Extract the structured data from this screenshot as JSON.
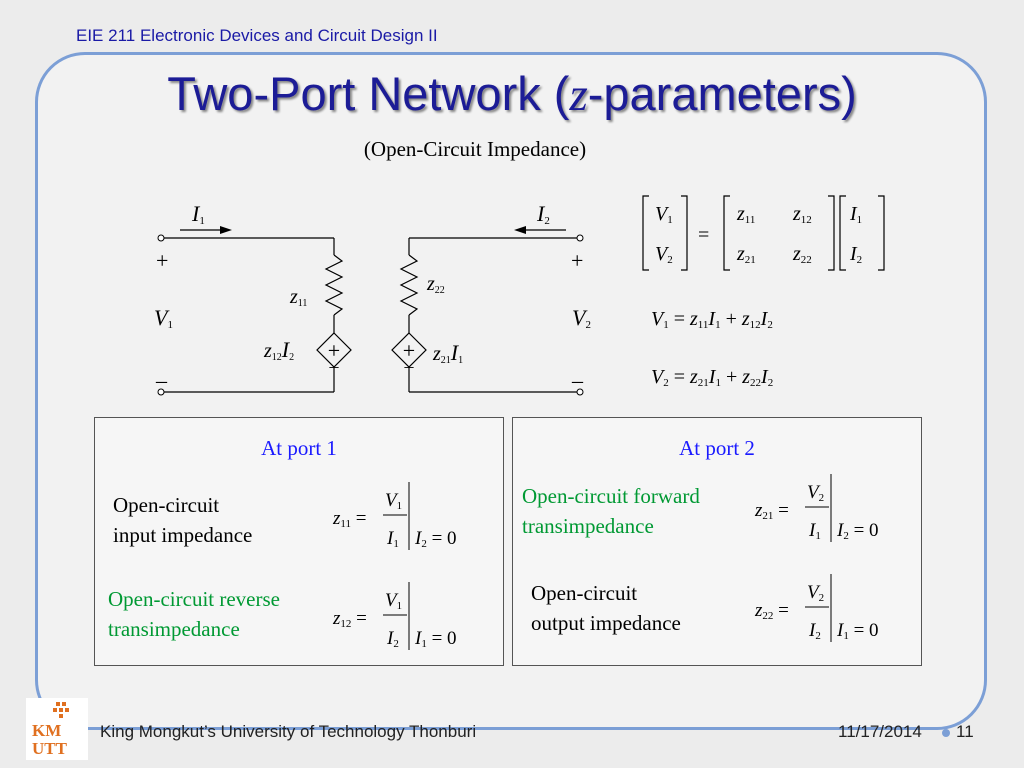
{
  "header": {
    "course": "EIE 211 Electronic Devices and Circuit Design II",
    "title_prefix": "Two-Port Network (",
    "title_italic": "z",
    "title_suffix": "-parameters)",
    "subtitle": "(Open-Circuit Impedance)"
  },
  "ports": {
    "port1": {
      "heading": "At port 1",
      "label1": [
        "Open-circuit",
        "input impedance"
      ],
      "label2": [
        "Open-circuit reverse",
        "transimpedance"
      ]
    },
    "port2": {
      "heading": "At port 2",
      "label1": [
        "Open-circuit forward",
        "transimpedance"
      ],
      "label2": [
        "Open-circuit",
        "output impedance"
      ]
    }
  },
  "footer": {
    "university": "King Mongkut’s University of Technology Thonburi",
    "date": "11/17/2014",
    "page": "11",
    "logo_text_top": "KM",
    "logo_text_bottom": "UTT"
  },
  "colors": {
    "title": "#1c1c96",
    "frame": "#7c9fd6",
    "port_heading": "#1a1aff",
    "green_label": "#009933",
    "logo": "#e07020"
  }
}
